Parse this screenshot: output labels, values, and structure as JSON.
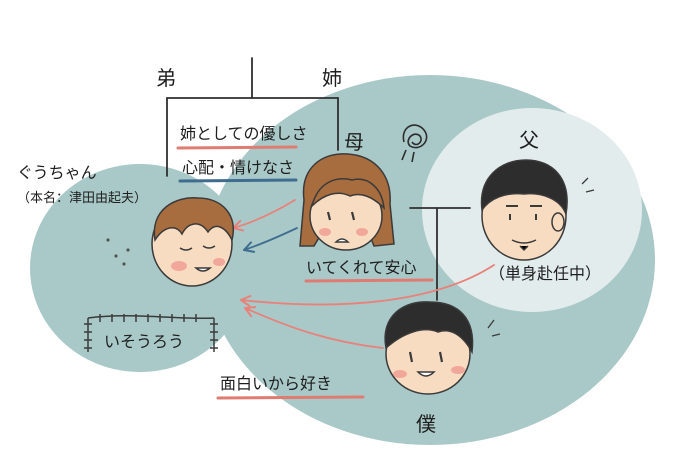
{
  "colors": {
    "background": "#ffffff",
    "bubble": "#a9c9c8",
    "bubble_light": "#e3ecec",
    "skin": "#f7dcc1",
    "cheek": "#f2a79b",
    "hair_brown": "#a86d3e",
    "hair_black": "#2d2d2d",
    "arrow_red": "#e8817a",
    "arrow_blue": "#3f6d8f",
    "underline_red": "#e07b72",
    "underline_blue": "#3f6d8f"
  },
  "labels": {
    "brother": "弟",
    "sister": "姉",
    "mother": "母",
    "father": "父",
    "me": "僕",
    "guchan_name": "ぐうちゃん",
    "guchan_real_name": "（本名：津田由起夫）",
    "father_status": "（単身赴任中）",
    "guchan_status": "いそうろう"
  },
  "feelings": {
    "sister_kindness": "姉としての優しさ",
    "sister_worry": "心配・情けなさ",
    "mother_relief": "いてくれて安心",
    "me_fun": "面白いから好き"
  },
  "icons": [
    "scribble-worry-icon",
    "sweat-marks-icon"
  ]
}
